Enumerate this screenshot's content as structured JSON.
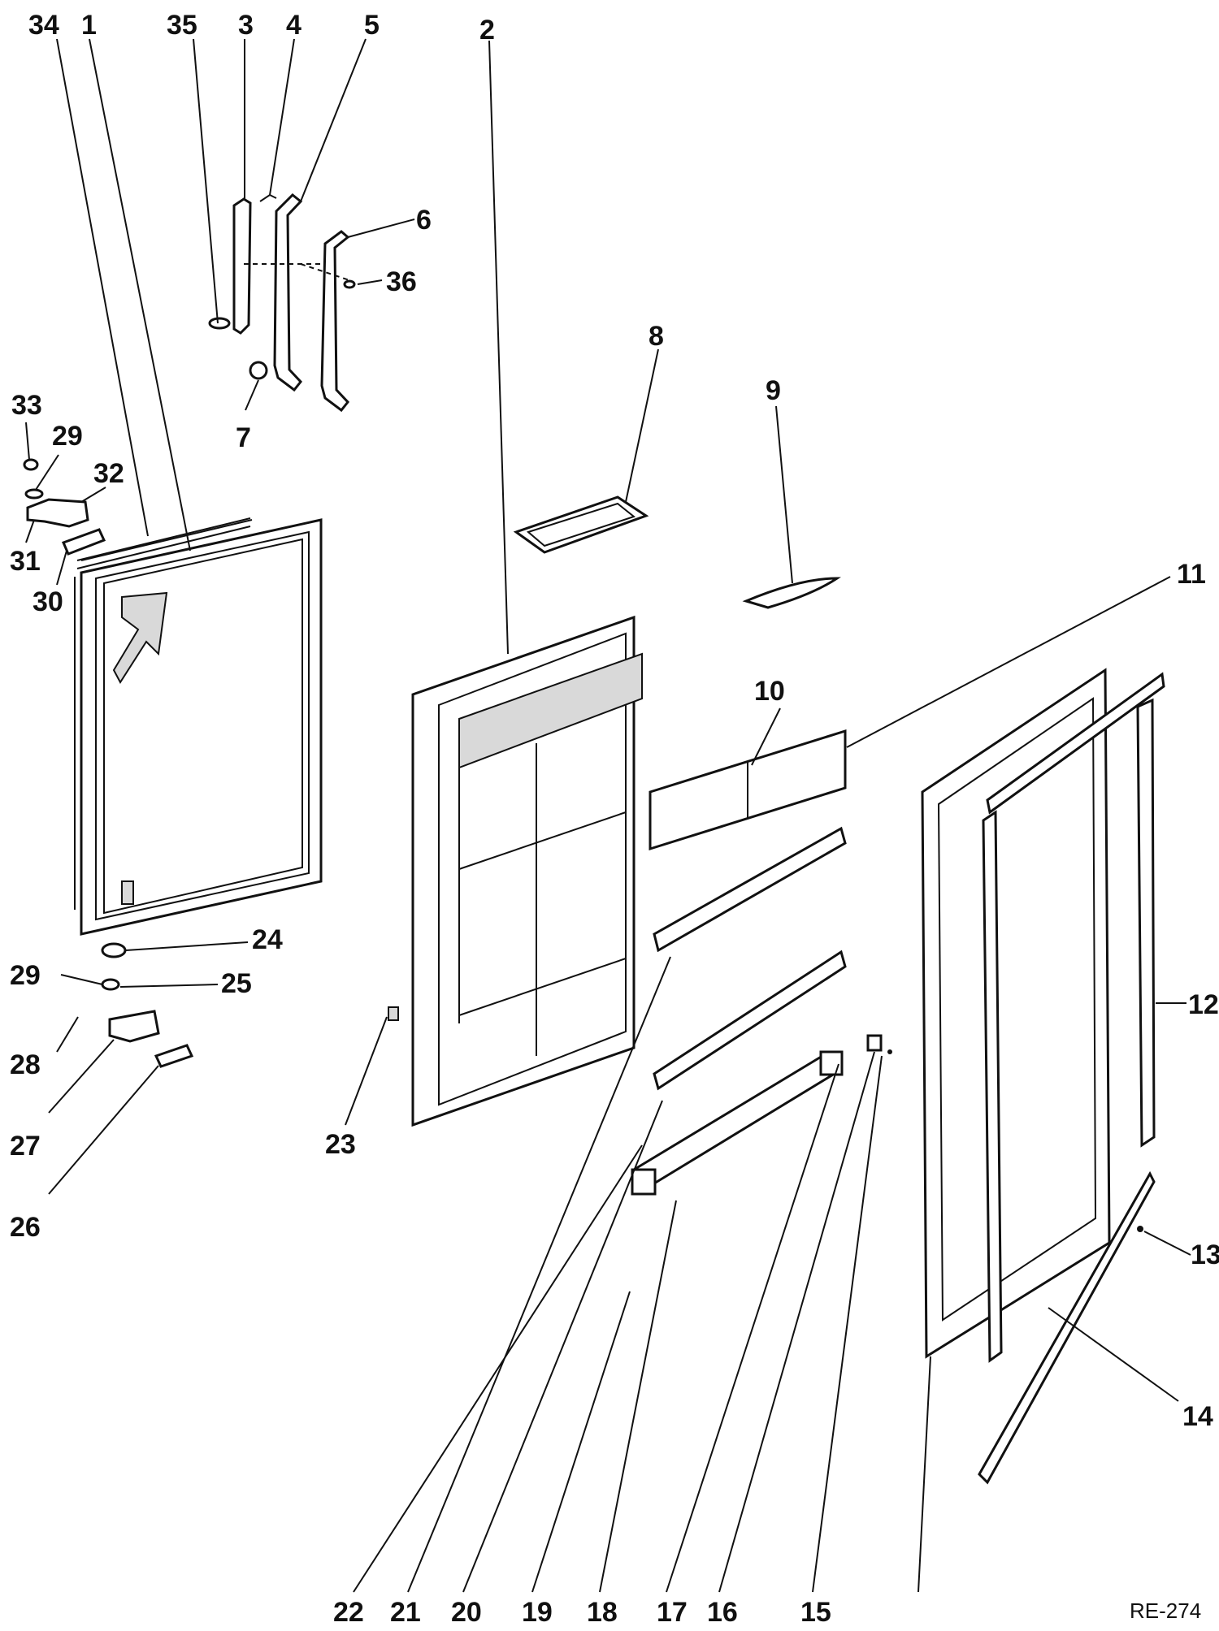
{
  "diagram_code": "RE-274",
  "callouts": [
    {
      "label": "34"
    },
    {
      "label": "1"
    },
    {
      "label": "35"
    },
    {
      "label": "3"
    },
    {
      "label": "4"
    },
    {
      "label": "5"
    },
    {
      "label": "2"
    },
    {
      "label": "6"
    },
    {
      "label": "36"
    },
    {
      "label": "8"
    },
    {
      "label": "7"
    },
    {
      "label": "33"
    },
    {
      "label": "29"
    },
    {
      "label": "32"
    },
    {
      "label": "9"
    },
    {
      "label": "31"
    },
    {
      "label": "30"
    },
    {
      "label": "11"
    },
    {
      "label": "10"
    },
    {
      "label": "24"
    },
    {
      "label": "29"
    },
    {
      "label": "25"
    },
    {
      "label": "12"
    },
    {
      "label": "28"
    },
    {
      "label": "23"
    },
    {
      "label": "27"
    },
    {
      "label": "13"
    },
    {
      "label": "26"
    },
    {
      "label": "14"
    },
    {
      "label": "22"
    },
    {
      "label": "21"
    },
    {
      "label": "20"
    },
    {
      "label": "19"
    },
    {
      "label": "18"
    },
    {
      "label": "17"
    },
    {
      "label": "16"
    },
    {
      "label": "15"
    }
  ]
}
